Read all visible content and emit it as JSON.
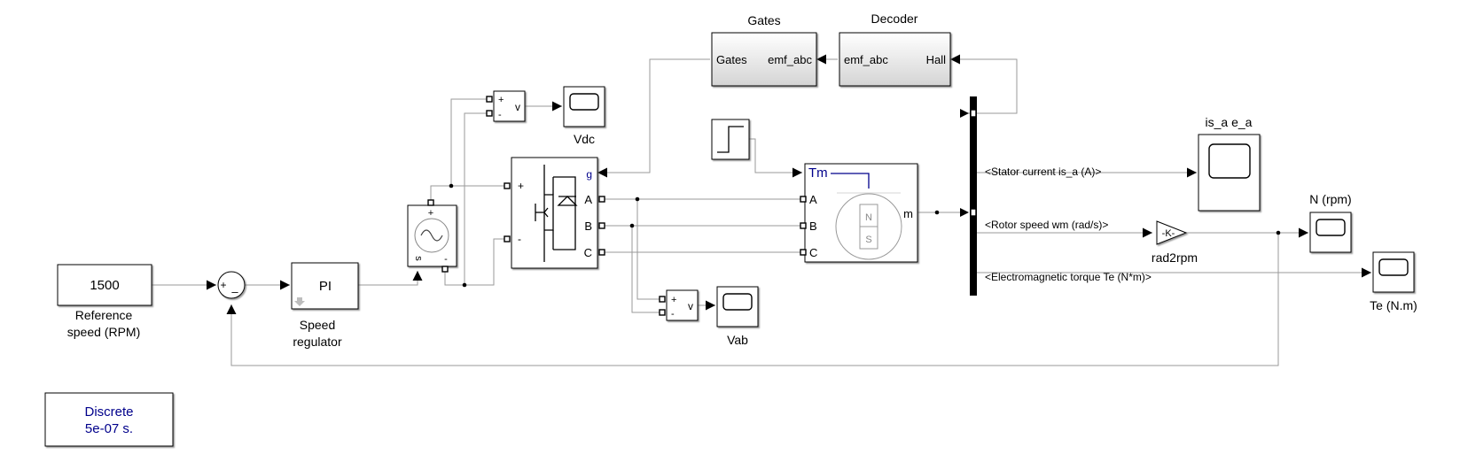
{
  "blocks": {
    "reference": {
      "value": "1500",
      "caption_line1": "Reference",
      "caption_line2": "speed (RPM)"
    },
    "sum": {
      "plus": "+",
      "minus": "–"
    },
    "pi": {
      "label": "PI",
      "caption_line1": "Speed",
      "caption_line2": "regulator"
    },
    "dc_source": {
      "plus": "+",
      "minus": "-",
      "s_label": "s"
    },
    "vdc_meter": {
      "plus": "+",
      "minus": "-",
      "v": "v"
    },
    "vdc_scope": {
      "caption": "Vdc"
    },
    "inverter": {
      "plus": "+",
      "minus": "-",
      "g": "g",
      "a": "A",
      "b": "B",
      "c": "C"
    },
    "vab_meter": {
      "plus": "+",
      "minus": "-",
      "v": "v"
    },
    "vab_scope": {
      "caption": "Vab"
    },
    "gates": {
      "title": "Gates",
      "in_label": "Gates",
      "out_label": "emf_abc"
    },
    "decoder": {
      "title": "Decoder",
      "in_label": "emf_abc",
      "out_label": "Hall"
    },
    "machine": {
      "tm": "Tm",
      "a": "A",
      "b": "B",
      "c": "C",
      "m": "m",
      "n": "N",
      "s": "S"
    },
    "signals": {
      "stator_current": "<Stator current is_a (A)>",
      "rotor_speed": "<Rotor speed wm (rad/s)>",
      "torque": "<Electromagnetic torque Te (N*m)>"
    },
    "gain": {
      "label": "-K-",
      "caption": "rad2rpm"
    },
    "scope_isa": {
      "caption": "is_a e_a"
    },
    "scope_n": {
      "caption": "N (rpm)"
    },
    "scope_te": {
      "caption": "Te (N.m)"
    },
    "powergui": {
      "line1": "Discrete",
      "line2": "5e-07 s."
    }
  },
  "colors": {
    "wire": "#9a9a9a",
    "powergui_text": "#00008b",
    "tm_port": "#00008b"
  }
}
